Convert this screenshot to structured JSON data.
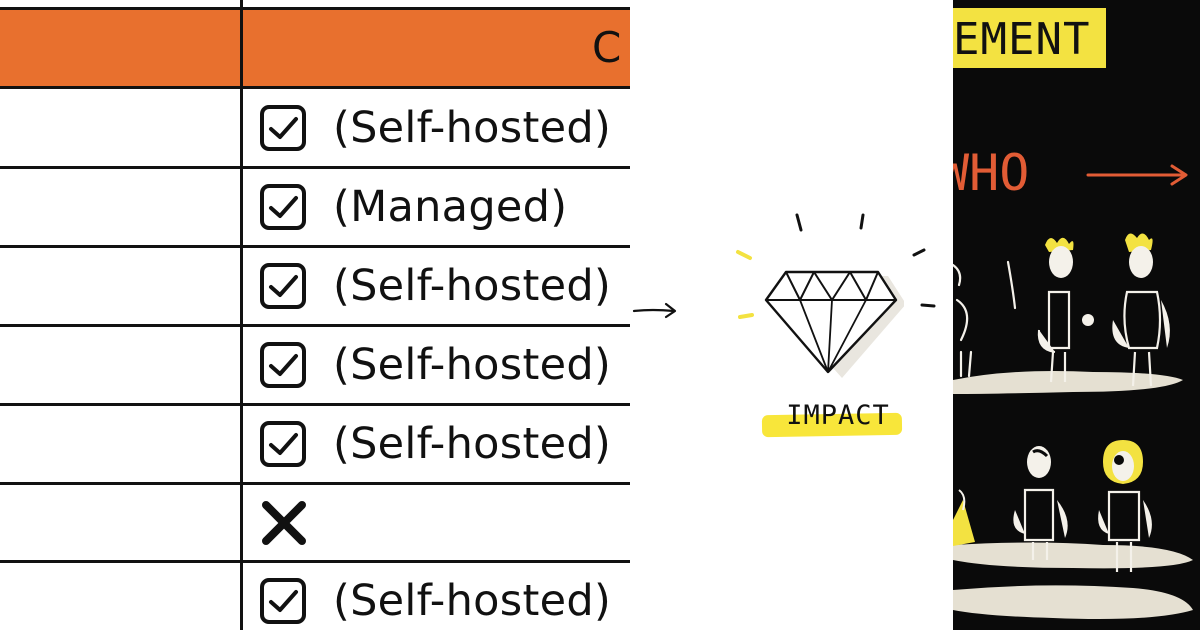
{
  "table": {
    "header_label": "C",
    "header_color": "#e8702e",
    "rows": [
      {
        "icon": "checkbox-checked-icon",
        "text": "(Self-hosted)"
      },
      {
        "icon": "checkbox-checked-icon",
        "text": "(Managed)"
      },
      {
        "icon": "checkbox-checked-icon",
        "text": "(Self-hosted)"
      },
      {
        "icon": "checkbox-checked-icon",
        "text": "(Self-hosted)"
      },
      {
        "icon": "checkbox-checked-icon",
        "text": "(Self-hosted)"
      },
      {
        "icon": "cross-icon",
        "text": ""
      },
      {
        "icon": "checkbox-checked-icon",
        "text": "(Self-hosted)"
      }
    ]
  },
  "middle": {
    "impact_label": "IMPACT",
    "icons": [
      "arrow-right-icon",
      "diamond-icon"
    ],
    "highlight_color": "#f8e63a"
  },
  "right": {
    "tag_label": "EMENT",
    "who_label": "WHO",
    "tag_color": "#f3e241",
    "who_color": "#e25c35",
    "background_color": "#0a0a0a",
    "icons": [
      "arrow-right-icon",
      "stick-figures-illustration"
    ]
  }
}
